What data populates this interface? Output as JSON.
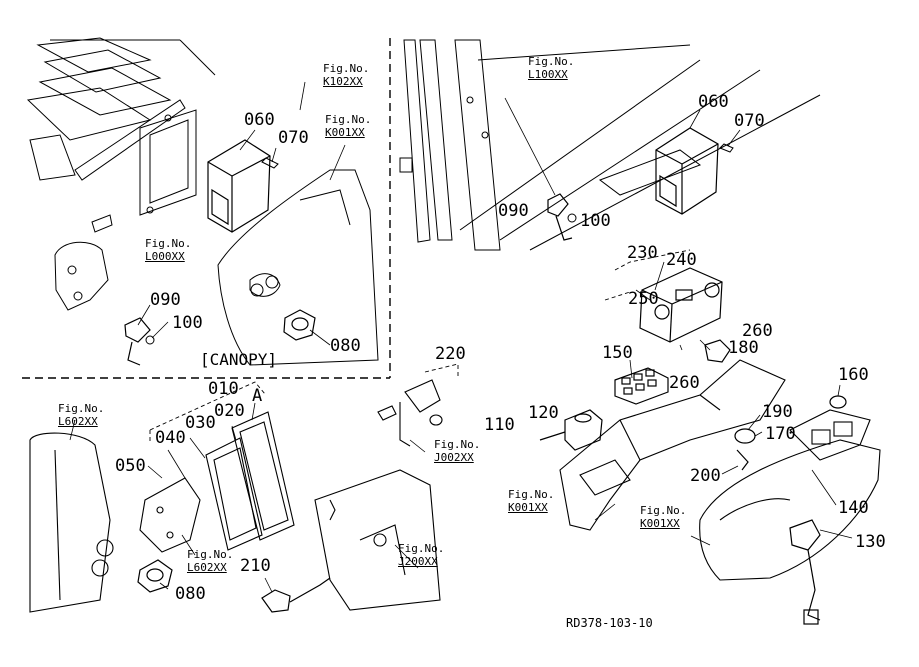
{
  "drawing_code": "RD378-103-10",
  "canopy_label": "[CANOPY]",
  "fig_prefix": "Fig.No.",
  "figure_refs": {
    "k102": "K102XX",
    "k001_top": "K001XX",
    "l000": "L000XX",
    "l100": "L100XX",
    "l602_top": "L602XX",
    "l602_bottom": "L602XX",
    "j002": "J002XX",
    "j200": "J200XX",
    "k001_left": "K001XX",
    "k001_right": "K001XX"
  },
  "part_numbers": {
    "p060_l": "060",
    "p070_l": "070",
    "p090_l": "090",
    "p100_l": "100",
    "p080_l": "080",
    "p060_r": "060",
    "p070_r": "070",
    "p090_r": "090",
    "p100_r": "100",
    "p230": "230",
    "p240": "240",
    "p250": "250",
    "p260_a": "260",
    "p260_b": "260",
    "p180": "180",
    "p150": "150",
    "p160": "160",
    "p120": "120",
    "p110": "110",
    "p190": "190",
    "p170": "170",
    "p200": "200",
    "p140": "140",
    "p130": "130",
    "p220": "220",
    "p010": "010",
    "p020": "020",
    "p030": "030",
    "p040": "040",
    "p050": "050",
    "p210": "210",
    "p080_b": "080",
    "marker_a": "A"
  }
}
